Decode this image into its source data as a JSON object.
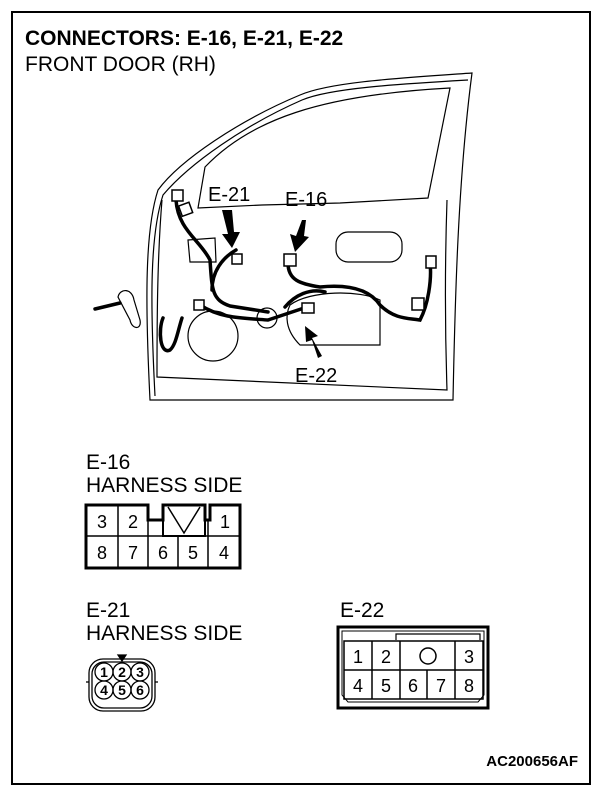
{
  "title": "CONNECTORS: E-16, E-21, E-22",
  "subtitle": "FRONT DOOR (RH)",
  "door_labels": {
    "e21": "E-21",
    "e16": "E-16",
    "e22": "E-22"
  },
  "e16": {
    "name": "E-16",
    "side": "HARNESS SIDE",
    "top_pins": [
      "3",
      "2",
      "1"
    ],
    "bottom_pins": [
      "8",
      "7",
      "6",
      "5",
      "4"
    ]
  },
  "e21": {
    "name": "E-21",
    "side": "HARNESS SIDE",
    "top_pins": [
      "1",
      "2",
      "3"
    ],
    "bottom_pins": [
      "4",
      "5",
      "6"
    ]
  },
  "e22": {
    "name": "E-22",
    "top_pins": [
      "1",
      "2",
      "3"
    ],
    "bottom_pins": [
      "4",
      "5",
      "6",
      "7",
      "8"
    ]
  },
  "figure_code": "AC200656AF"
}
